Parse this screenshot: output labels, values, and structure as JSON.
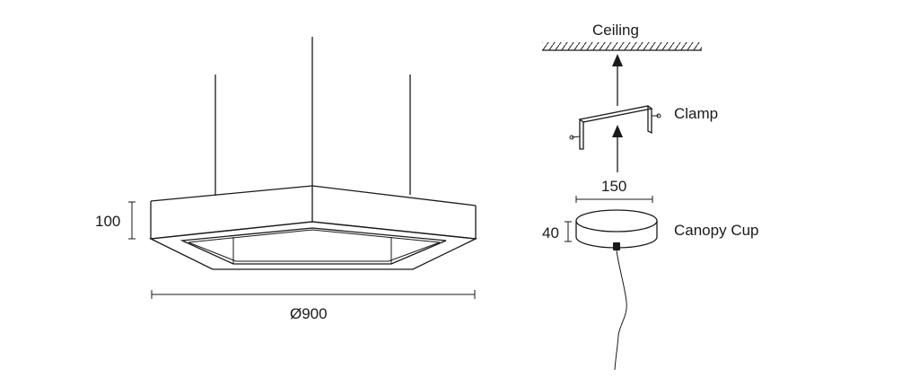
{
  "luminaire": {
    "height_label": "100",
    "diameter_label": "Ø900"
  },
  "mounting": {
    "ceiling_label": "Ceiling",
    "clamp_label": "Clamp",
    "canopy_width_label": "150",
    "canopy_height_label": "40",
    "canopy_label": "Canopy Cup"
  }
}
